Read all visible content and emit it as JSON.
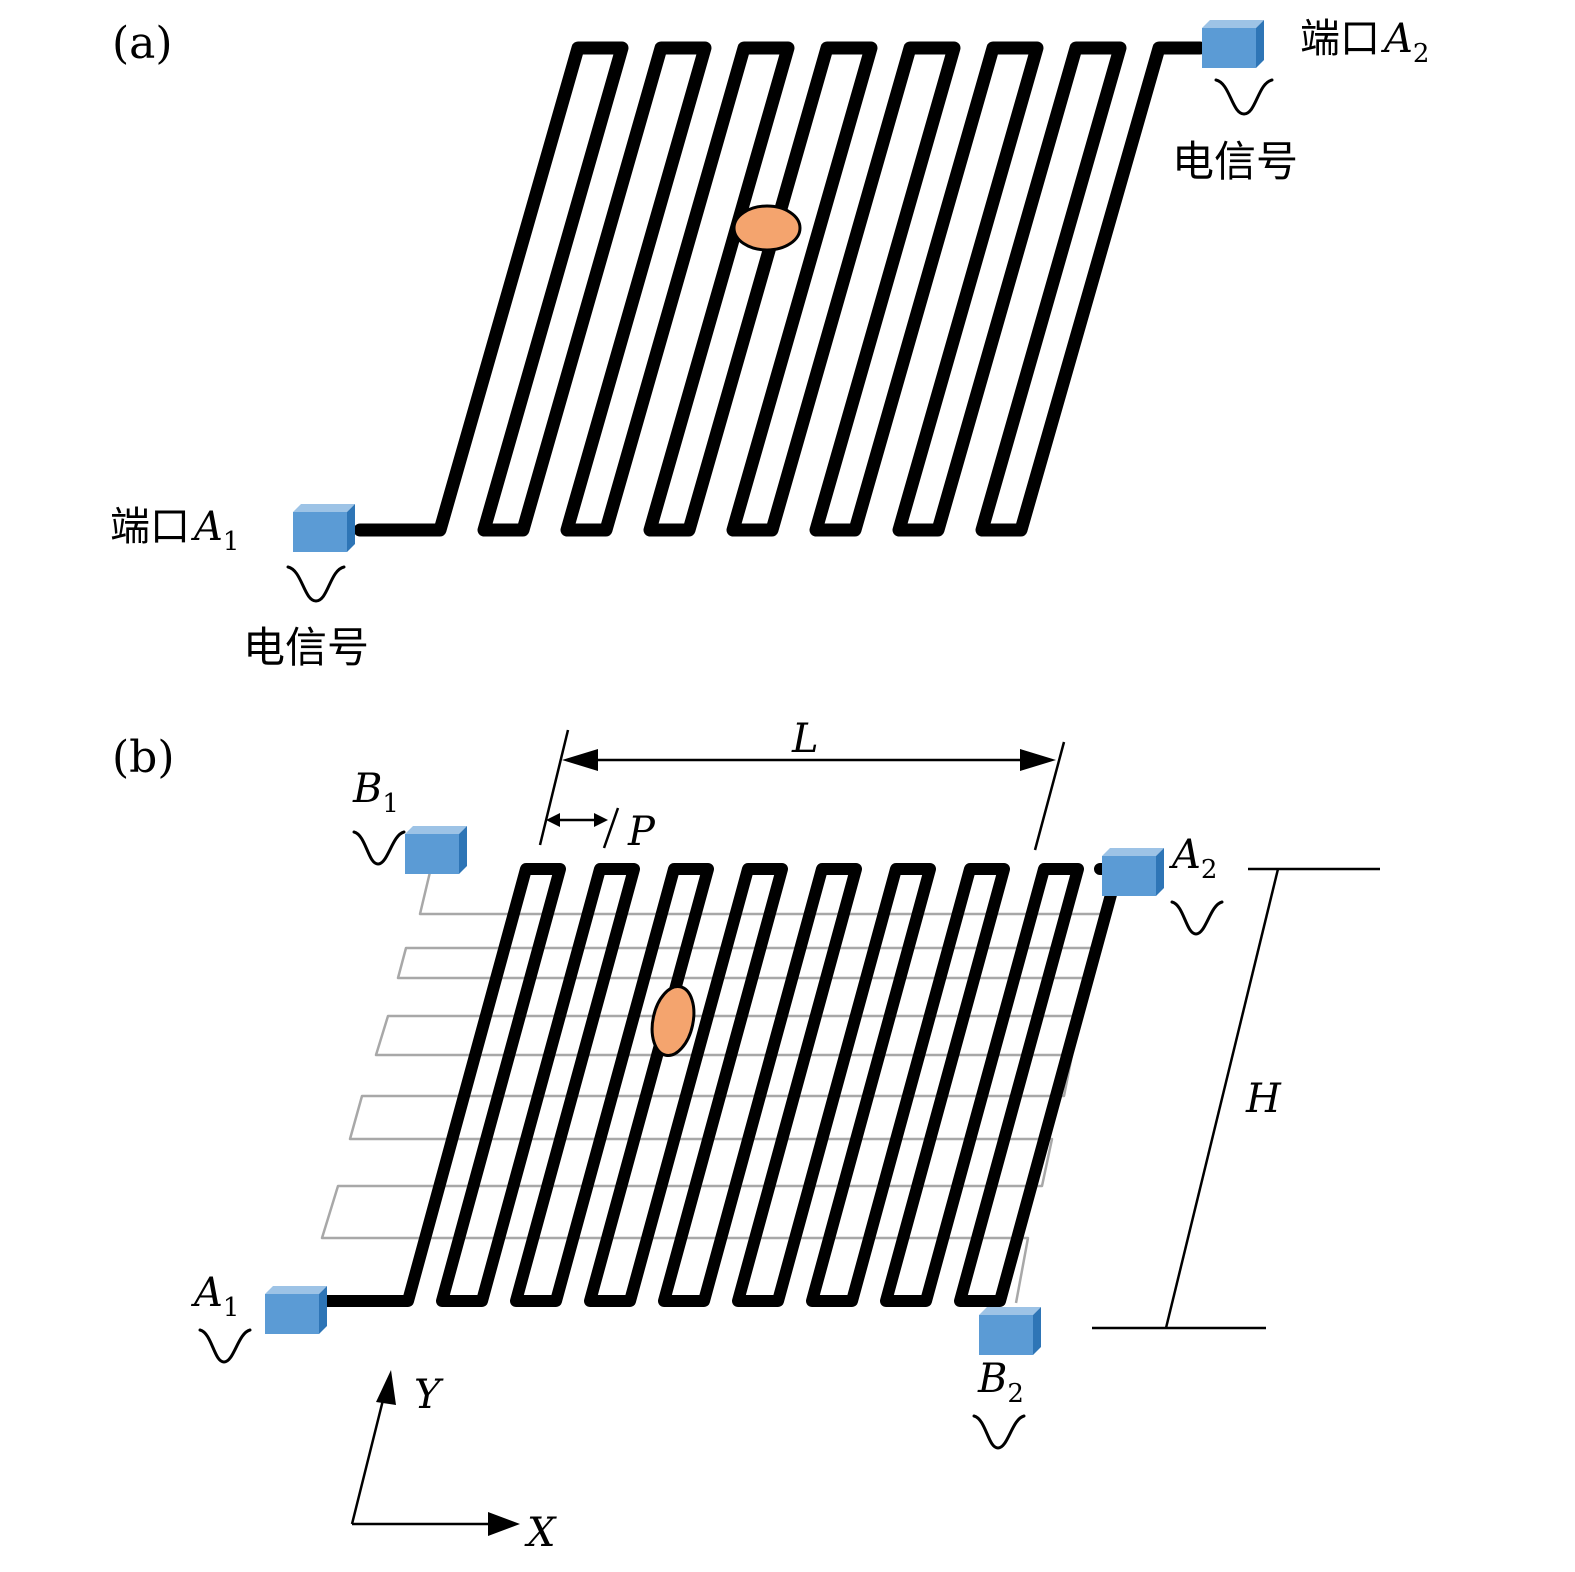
{
  "panel_a": {
    "label": "(a)",
    "port_a1": {
      "text": "端口",
      "var": "A",
      "sub": "1"
    },
    "port_a2": {
      "text": "端口",
      "var": "A",
      "sub": "2"
    },
    "signal_label_left": "电信号",
    "signal_label_right": "电信号"
  },
  "panel_b": {
    "label": "(b)",
    "port_a1": {
      "var": "A",
      "sub": "1"
    },
    "port_a2": {
      "var": "A",
      "sub": "2"
    },
    "port_b1": {
      "var": "B",
      "sub": "1"
    },
    "port_b2": {
      "var": "B",
      "sub": "2"
    },
    "dim_length": "L",
    "dim_pitch": "P",
    "dim_height": "H"
  },
  "axes": {
    "x": "X",
    "y": "Y"
  },
  "colors": {
    "port_front": "#5b9bd5",
    "port_top": "#9dc3e6",
    "port_side": "#2e75b6",
    "particle": "#f4a46e"
  }
}
